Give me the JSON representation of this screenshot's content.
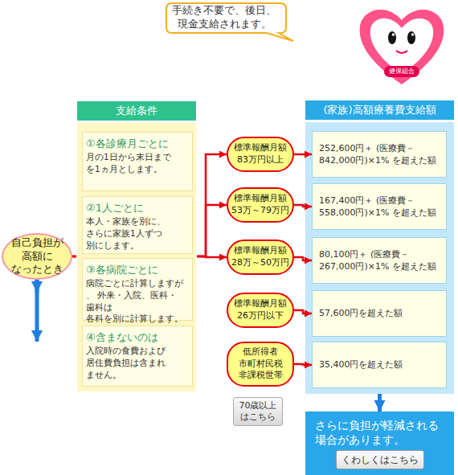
{
  "diagram": {
    "nodes": [
      {
        "text": [
          "手続き不要で、後日、 現金支給されます。"
        ]
      },
      {
        "text": [
          "健保組合"
        ]
      },
      {
        "text": [
          "自己負担が 高額に なったとき"
        ]
      },
      {
        "text": [
          "支給条件"
        ]
      },
      {
        "text": [
          "①各診療月ごとに",
          "月の1日から末日まで を1ヵ月とします。"
        ],
        "in": 3
      },
      {
        "text": [
          "②1人ごとに",
          "本人・家族を別に、 さらに家族1人ずつ 別にします。"
        ],
        "in": 3
      },
      {
        "text": [
          "③各病院ごとに",
          "病院ごとに計算しますが、 外来・入院、医科・歯科は 各科を別に計算します。"
        ],
        "in": 3
      },
      {
        "text": [
          "④含まないのは",
          "入院時の食費および 居住費負担は含まれ ません。"
        ],
        "in": 3
      },
      {
        "text": [
          "標準報酬月額 83万円以上"
        ]
      },
      {
        "text": [
          "標準報酬月額 53万～79万円"
        ]
      },
      {
        "text": [
          "標準報酬月額 28万～50万円"
        ]
      },
      {
        "text": [
          "標準報酬月額 26万円以下"
        ]
      },
      {
        "text": [
          "低所得者 市町村民税 非課税世帯"
        ]
      },
      {
        "text": [
          "70歳以上 はこちら"
        ]
      },
      {
        "text": [
          "(家族)高額療養費支給額"
        ]
      },
      {
        "text": [
          "252,600円＋ (医療費－842,000円)×1% を超えた額"
        ],
        "in": 14
      },
      {
        "text": [
          "167,400円＋ (医療費－558,000円)×1% を超えた額"
        ],
        "in": 14
      },
      {
        "text": [
          "80,100円＋ (医療費－267,000円)×1% を超えた額"
        ],
        "in": 14
      },
      {
        "text": [
          "57,600円を超えた額"
        ],
        "in": 14
      },
      {
        "text": [
          "35,400円を超えた額"
        ],
        "in": 14
      },
      {
        "text": [
          "さらに負担が軽減される 場合があります。"
        ]
      },
      {
        "text": [
          "くわしくはこちら"
        ],
        "in": 20
      }
    ],
    "edges": [
      {
        "from": 2,
        "to": 8,
        "arrow": "to"
      },
      {
        "from": 2,
        "to": 9,
        "arrow": "to"
      },
      {
        "from": 2,
        "to": 10,
        "arrow": "to"
      },
      {
        "from": 2,
        "to": 11,
        "arrow": "to"
      },
      {
        "from": 2,
        "to": 12,
        "arrow": "to"
      },
      {
        "from": 8,
        "to": 15,
        "arrow": "to"
      },
      {
        "from": 9,
        "to": 16,
        "arrow": "to"
      },
      {
        "from": 10,
        "to": 17,
        "arrow": "to"
      },
      {
        "from": 11,
        "to": 18,
        "arrow": "to"
      },
      {
        "from": 12,
        "to": 19,
        "arrow": "to"
      },
      {
        "from": 14,
        "to": 20,
        "arrow": "to"
      }
    ]
  }
}
